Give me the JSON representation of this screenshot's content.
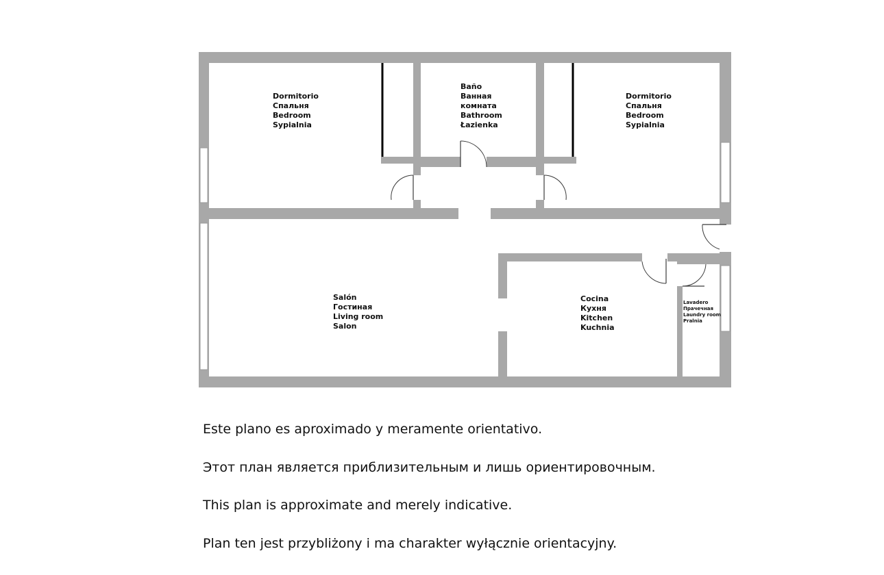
{
  "rooms": {
    "bedroom_left": [
      "Dormitorio",
      "Спальня",
      "Bedroom",
      "Sypialnia"
    ],
    "bathroom": [
      "Baño",
      "Ванная",
      "комната",
      "Bathroom",
      "Łazienka"
    ],
    "bedroom_right": [
      "Dormitorio",
      "Спальня",
      "Bedroom",
      "Sypialnia"
    ],
    "living_room": [
      "Salón",
      "Гостиная",
      "Living room",
      "Salon"
    ],
    "kitchen": [
      "Cocina",
      "Кухня",
      "Kitchen",
      "Kuchnia"
    ],
    "laundry": [
      "Lavadero",
      "Прачечная",
      "Laundry room",
      "Pralnia"
    ]
  },
  "notes": {
    "es": "Este plano es aproximado y meramente orientativo.",
    "ru": "Этот план является приблизительным и лишь ориентировочным.",
    "en": "This plan is approximate and merely indicative.",
    "pl": "Plan ten jest przybliżony i ma charakter wyłącznie orientacyjny."
  },
  "colors": {
    "wall": "#a8a8a8",
    "closet": "#000000",
    "background": "#ffffff"
  }
}
